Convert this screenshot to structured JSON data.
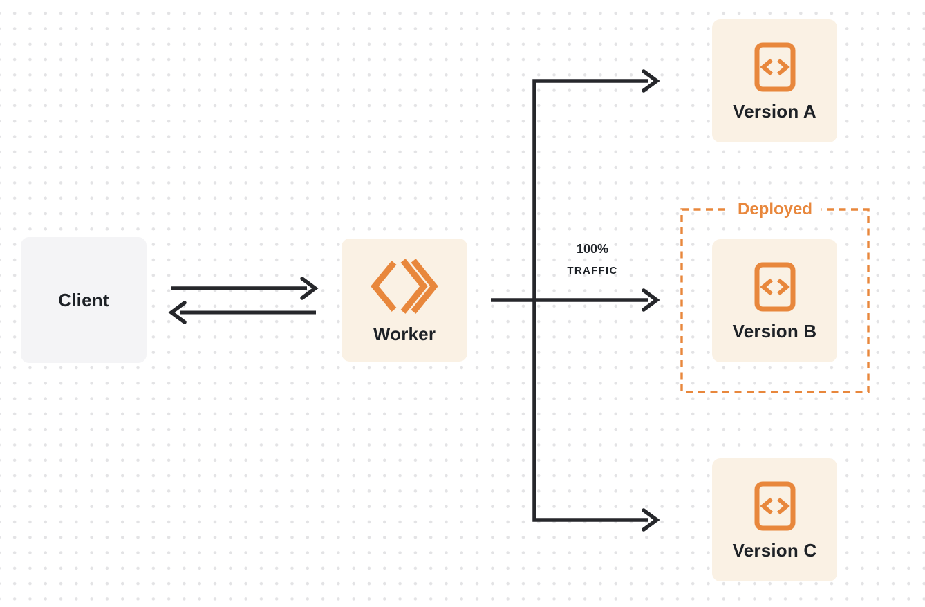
{
  "diagram": {
    "client": {
      "label": "Client"
    },
    "worker": {
      "label": "Worker",
      "icon": "cloudflare-workers-logo-icon"
    },
    "versions": [
      {
        "label": "Version A",
        "icon": "code-file-icon",
        "deployed": false
      },
      {
        "label": "Version B",
        "icon": "code-file-icon",
        "deployed": true
      },
      {
        "label": "Version C",
        "icon": "code-file-icon",
        "deployed": false
      }
    ],
    "deployed_badge": {
      "label": "Deployed"
    },
    "traffic_annotation": {
      "line1": "100%",
      "line2": "TRAFFIC"
    }
  },
  "colors": {
    "orange": "#e8873c",
    "cream": "#faf1e4",
    "gray": "#f4f4f6",
    "ink": "#1d2126",
    "line": "#26272b",
    "dot": "#e3e3e5",
    "bg": "#ffffff"
  }
}
